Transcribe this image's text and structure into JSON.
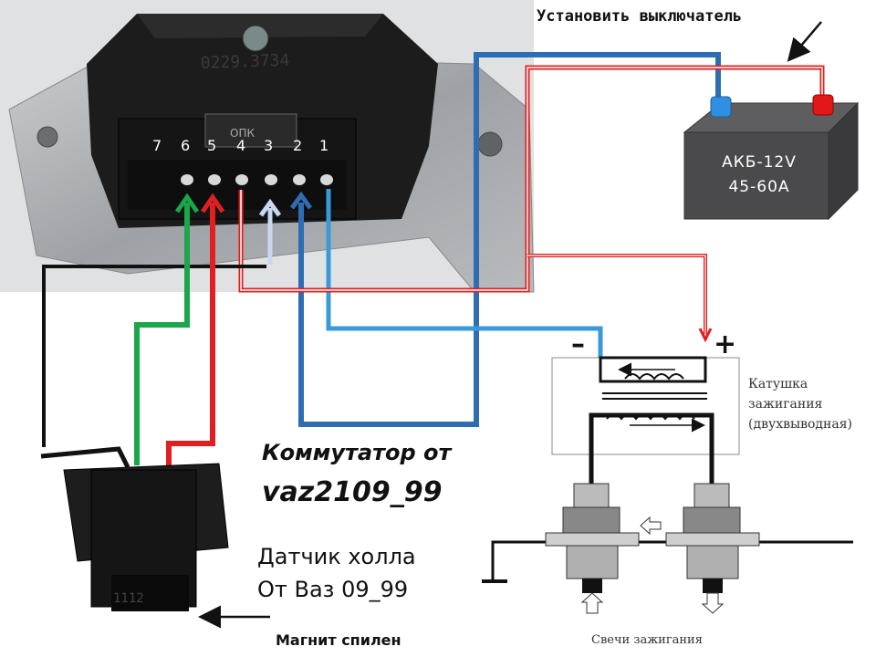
{
  "labels": {
    "switch": "Установить выключатель",
    "commutator_line1": "Коммутатор от",
    "commutator_line2": "vaz2109_99",
    "hall_line1": "Датчик холла",
    "hall_line2": "От Ваз 09_99",
    "magnet": "Магнит спилен",
    "coil_line1": "Катушка",
    "coil_line2": "зажигания",
    "coil_line3": "(двухвыводная)",
    "spark_plugs": "Свечи зажигания",
    "battery_line1": "АКБ-12V",
    "battery_line2": "45-60A",
    "coil_minus": "–",
    "coil_plus": "+",
    "module_part_number": "0229.3734",
    "module_marking": "ОПК"
  },
  "pins": [
    "7",
    "6",
    "5",
    "4",
    "3",
    "2",
    "1"
  ],
  "colors": {
    "wire_blue": "#2f6db3",
    "wire_light_blue": "#3a9ad9",
    "wire_green": "#1aa64a",
    "wire_red": "#e02020",
    "wire_white": "#c8d8f0",
    "wire_black": "#111111",
    "battery_body": "#4a4a4c",
    "terminal_blue": "#2f8fe0",
    "terminal_red": "#e01818"
  }
}
